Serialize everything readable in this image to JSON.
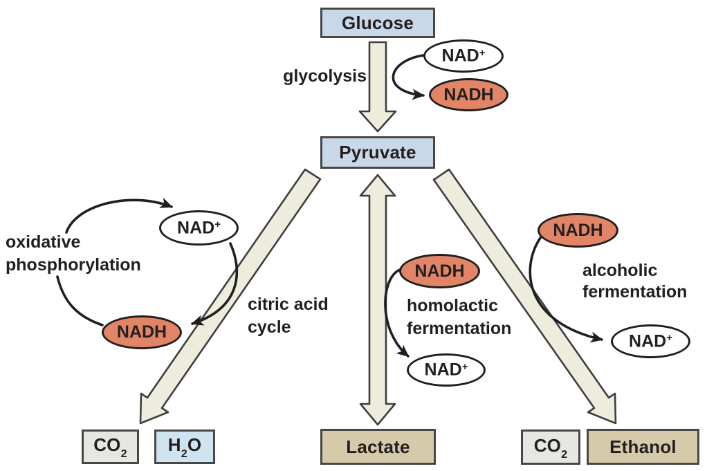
{
  "figure": {
    "description": "Pathways of glucose catabolism: glycolysis to pyruvate, then citric acid cycle, homolactic fermentation, or alcoholic fermentation"
  },
  "colors": {
    "ink": "#231F20",
    "outline": "#3E3E3E",
    "curve": "#1F1F1F",
    "node_blue": "#C9D8E8",
    "node_h2o_blue": "#CFE4EE",
    "node_gray": "#E6E6E2",
    "node_tan": "#D5CBAB",
    "nadh_fill": "#E28567",
    "nad_fill": "#FFFFFF",
    "arrow_fill": "#EEECDD",
    "background": "#FFFFFF"
  },
  "nodes": {
    "glucose": "Glucose",
    "pyruvate": "Pyruvate",
    "lactate": "Lactate",
    "ethanol": "Ethanol",
    "co2_left": {
      "base": "CO",
      "sub": "2"
    },
    "h2o": {
      "h": "H",
      "sub": "2",
      "o": "O"
    },
    "co2_right": {
      "base": "CO",
      "sub": "2"
    }
  },
  "cofactors": {
    "glycolysis": {
      "nad_base": "NAD",
      "nad_sup": "+",
      "nadh": "NADH"
    },
    "oxphos": {
      "nad_base": "NAD",
      "nad_sup": "+",
      "nadh": "NADH"
    },
    "homolactic": {
      "nadh": "NADH",
      "nad_base": "NAD",
      "nad_sup": "+"
    },
    "alcoholic": {
      "nadh": "NADH",
      "nad_base": "NAD",
      "nad_sup": "+"
    }
  },
  "labels": {
    "glycolysis": "glycolysis",
    "oxphos_line1": "oxidative",
    "oxphos_line2": "phosphorylation",
    "citric_line1": "citric acid",
    "citric_line2": "cycle",
    "homolactic_line1": "homolactic",
    "homolactic_line2": "fermentation",
    "alcoholic_line1": "alcoholic",
    "alcoholic_line2": "fermentation"
  }
}
